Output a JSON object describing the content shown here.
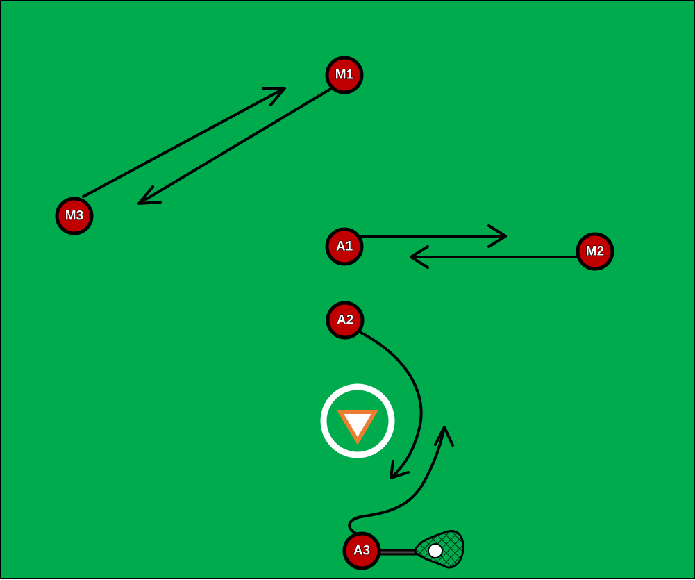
{
  "field": {
    "color": "#00ab4e",
    "border_color": "#000000"
  },
  "players": {
    "m1": {
      "label": "M1"
    },
    "m2": {
      "label": "M2"
    },
    "m3": {
      "label": "M3"
    },
    "a1": {
      "label": "A1"
    },
    "a2": {
      "label": "A2"
    },
    "a3": {
      "label": "A3"
    }
  },
  "player_style": {
    "fill": "#c00000",
    "outline": "#000000"
  },
  "goal": {
    "crease_color": "#ffffff",
    "marker_color": "#ed7d31"
  },
  "icons": {
    "stick": "lacrosse-stick-icon",
    "ball": "ball-icon",
    "goal": "goal-marker-icon"
  }
}
